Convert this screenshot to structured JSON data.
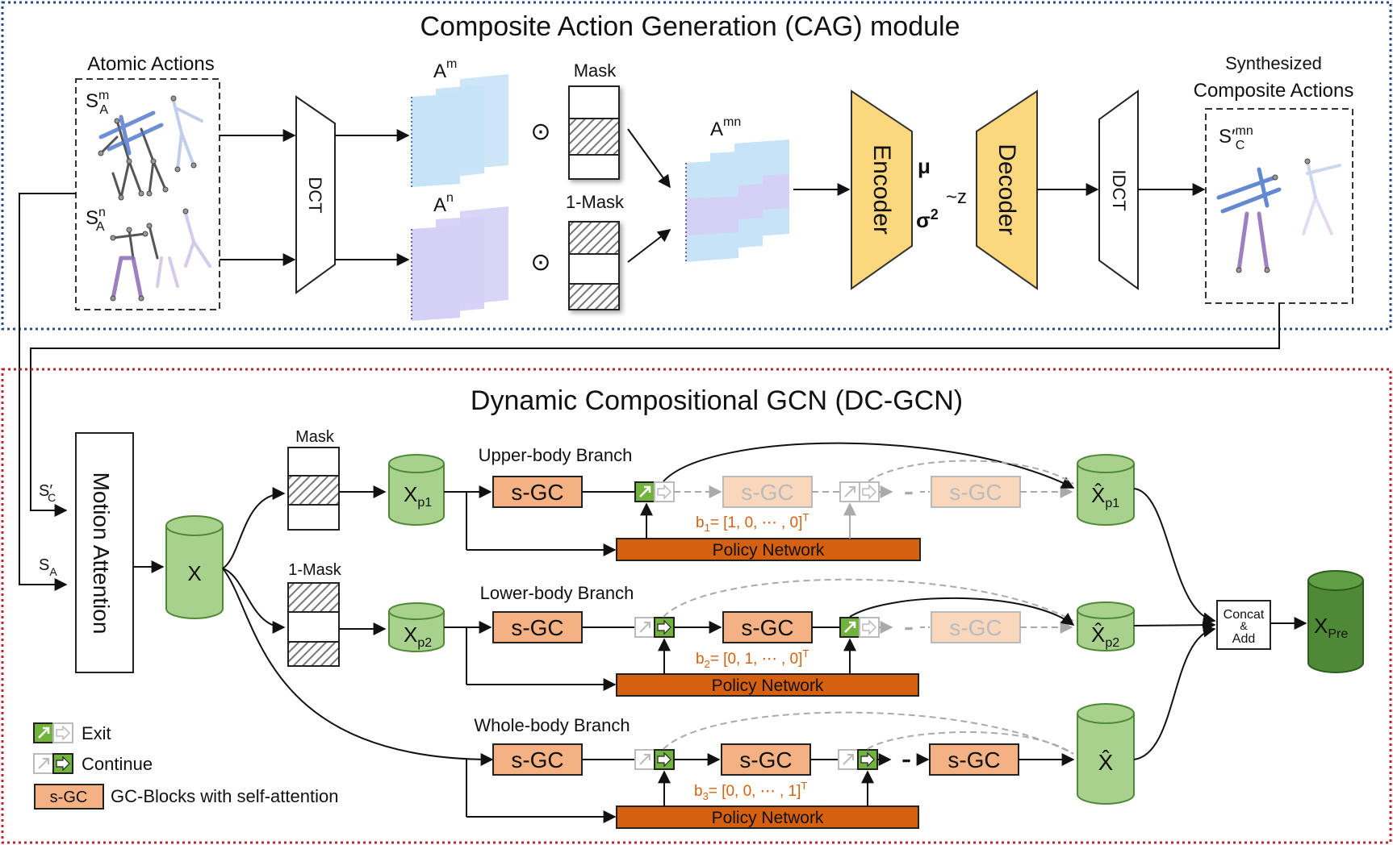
{
  "cag": {
    "title": "Composite Action Generation (CAG) module",
    "atomic_actions": "Atomic Actions",
    "s_a": "S",
    "s_a_sup_m": "m",
    "s_a_sup_n": "n",
    "s_a_sub": "A",
    "dct": "DCT",
    "a": "A",
    "a_m_sup": "m",
    "a_n_sup": "n",
    "mask": "Mask",
    "one_mask": "1-Mask",
    "odot": "⊙",
    "a_mn_sup": "mn",
    "encoder": "Encoder",
    "mu": "μ",
    "sigma": "σ",
    "sigma_sup": "2",
    "z": "~z",
    "decoder": "Decoder",
    "idct": "IDCT",
    "synth_line1": "Synthesized",
    "synth_line2": "Composite Actions",
    "s_c": "S′",
    "s_c_sub": "C",
    "s_c_sup": "mn"
  },
  "dcgcn": {
    "title": "Dynamic Compositional GCN (DC-GCN)",
    "motion_attention": "Motion Attention",
    "s_c_input": "S′",
    "s_c_input_sub": "C",
    "s_a_input": "S",
    "s_a_input_sub": "A",
    "x": "X",
    "mask": "Mask",
    "one_mask": "1-Mask",
    "x_p1": "X",
    "x_p1_sub": "p1",
    "x_p2": "X",
    "x_p2_sub": "p2",
    "upper_branch": "Upper-body Branch",
    "lower_branch": "Lower-body Branch",
    "whole_branch": "Whole-body Branch",
    "sgc": "s-GC",
    "dots": "•••",
    "policy_network": "Policy Network",
    "b1": "b",
    "b1_sub": "1",
    "b1_rest": "= [1, 0, ⋯ , 0]",
    "b2": "b",
    "b2_sub": "2",
    "b2_rest": "= [0, 1, ⋯ , 0]",
    "b3": "b",
    "b3_sub": "3",
    "b3_rest": "= [0, 0, ⋯ , 1]",
    "t_sup": "T",
    "xhat_p1": "X̂",
    "xhat_p1_sub": "p1",
    "xhat_p2": "X̂",
    "xhat_p2_sub": "p2",
    "xhat": "X̂",
    "concat_line1": "Concat",
    "concat_line2": "&",
    "concat_line3": "Add",
    "x_pre": "X",
    "x_pre_sub": "Pre"
  },
  "legend": {
    "exit": "Exit",
    "continue": "Continue",
    "sgc_label": "s-GC",
    "sgc_desc": "GC-Blocks with self-attention"
  },
  "colors": {
    "cag_border": "#2e4a8f",
    "dcgcn_border": "#c0242b",
    "encoder_fill": "#fbd77e",
    "cylinder_fill": "#a8d18d",
    "cylinder_dark": "#4e8a35",
    "sgc_fill": "#f4b183",
    "policy_fill": "#d5600f",
    "branch_vector_text": "#d5600f",
    "exit_green": "#71b33c",
    "frame_blue": "#c6e3f7",
    "frame_purple": "#d5d0f5"
  }
}
